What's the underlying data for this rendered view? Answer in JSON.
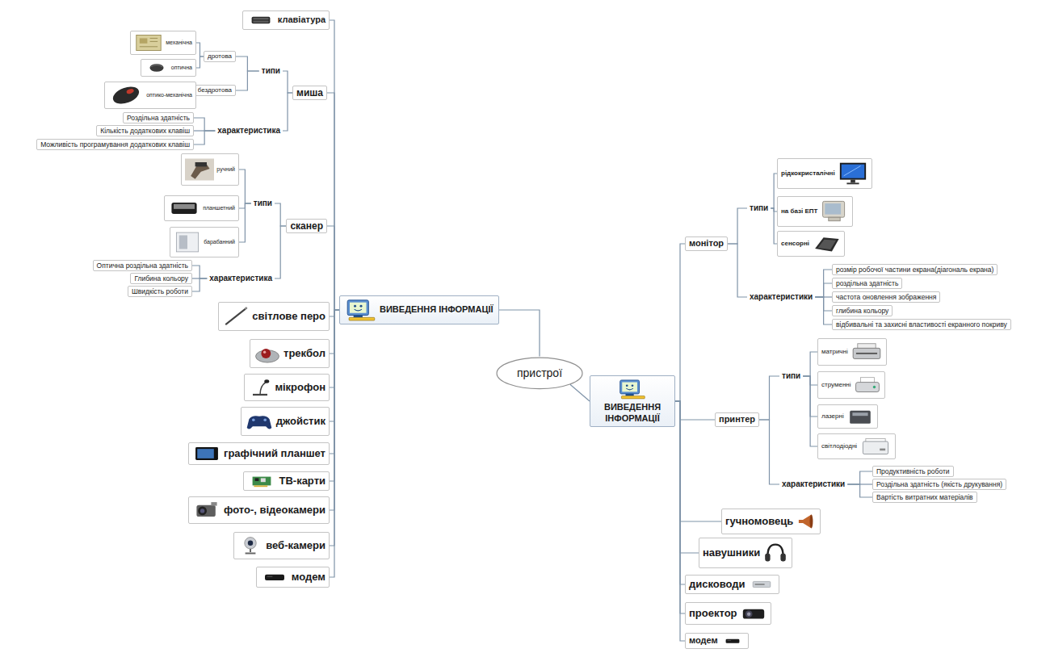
{
  "diagram": {
    "nodes": [
      {
        "text": [
          "пристрої"
        ]
      },
      {
        "text": [
          "ВИВЕДЕННЯ ІНФОРМАЦІЇ"
        ]
      },
      {
        "text": [
          "клавіатура"
        ]
      },
      {
        "text": [
          "миша"
        ]
      },
      {
        "text": [
          "типи"
        ]
      },
      {
        "text": [
          "дротова"
        ]
      },
      {
        "text": [
          "механічна"
        ]
      },
      {
        "text": [
          "оптична"
        ]
      },
      {
        "text": [
          "бездротова"
        ]
      },
      {
        "text": [
          "оптико-механічна"
        ]
      },
      {
        "text": [
          "характеристика"
        ]
      },
      {
        "text": [
          "Роздільна здатність"
        ]
      },
      {
        "text": [
          "Кількість додаткових клавіш"
        ]
      },
      {
        "text": [
          "Можливість програмування додаткових клавіш"
        ]
      },
      {
        "text": [
          "сканер"
        ]
      },
      {
        "text": [
          "типи"
        ]
      },
      {
        "text": [
          "ручний"
        ]
      },
      {
        "text": [
          "планшетний"
        ]
      },
      {
        "text": [
          "барабанний"
        ]
      },
      {
        "text": [
          "характеристика"
        ]
      },
      {
        "text": [
          "Оптична роздільна здатність"
        ]
      },
      {
        "text": [
          "Глибина кольору"
        ]
      },
      {
        "text": [
          "Швидкість роботи"
        ]
      },
      {
        "text": [
          "світлове перо"
        ]
      },
      {
        "text": [
          "трекбол"
        ]
      },
      {
        "text": [
          "мікрофон"
        ]
      },
      {
        "text": [
          "джойстик"
        ]
      },
      {
        "text": [
          "графічний планшет"
        ]
      },
      {
        "text": [
          "ТВ-карти"
        ]
      },
      {
        "text": [
          "фото-, відеокамери"
        ]
      },
      {
        "text": [
          "веб-камери"
        ]
      },
      {
        "text": [
          "модем"
        ]
      },
      {
        "text": [
          "ВИВЕДЕННЯ ІНФОРМАЦІЇ"
        ]
      },
      {
        "text": [
          "монітор"
        ]
      },
      {
        "text": [
          "типи"
        ]
      },
      {
        "text": [
          "рідкокристалічні"
        ]
      },
      {
        "text": [
          "на базі ЕПТ"
        ]
      },
      {
        "text": [
          "сенсорні"
        ]
      },
      {
        "text": [
          "характеристики"
        ]
      },
      {
        "text": [
          "розмір робочої частини екрана(діагональ екрана)"
        ]
      },
      {
        "text": [
          "роздільна здатність"
        ]
      },
      {
        "text": [
          "частота оновлення зображення"
        ]
      },
      {
        "text": [
          "глибина кольору"
        ]
      },
      {
        "text": [
          "відбивальні та захисні властивості екранного покриву"
        ]
      },
      {
        "text": [
          "принтер"
        ]
      },
      {
        "text": [
          "типи"
        ]
      },
      {
        "text": [
          "матричні"
        ]
      },
      {
        "text": [
          "струменні"
        ]
      },
      {
        "text": [
          "лазерні"
        ]
      },
      {
        "text": [
          "світлодіодні"
        ]
      },
      {
        "text": [
          "характеристики"
        ]
      },
      {
        "text": [
          "Продуктивність роботи"
        ]
      },
      {
        "text": [
          "Роздільна здатність (якість друкування)"
        ]
      },
      {
        "text": [
          "Вартість витратних матеріалів"
        ]
      },
      {
        "text": [
          "гучномовець"
        ]
      },
      {
        "text": [
          "навушники"
        ]
      },
      {
        "text": [
          "дисководи"
        ]
      },
      {
        "text": [
          "проектор"
        ]
      },
      {
        "text": [
          "модем"
        ]
      }
    ],
    "edges": [
      {
        "from": 0,
        "to": 1,
        "arrow": "none"
      },
      {
        "from": 0,
        "to": 32,
        "arrow": "none"
      },
      {
        "from": 1,
        "to": 2,
        "arrow": "none"
      },
      {
        "from": 1,
        "to": 3,
        "arrow": "none"
      },
      {
        "from": 3,
        "to": 4,
        "arrow": "none"
      },
      {
        "from": 4,
        "to": 5,
        "arrow": "none"
      },
      {
        "from": 5,
        "to": 6,
        "arrow": "none"
      },
      {
        "from": 5,
        "to": 7,
        "arrow": "none"
      },
      {
        "from": 4,
        "to": 8,
        "arrow": "none"
      },
      {
        "from": 8,
        "to": 9,
        "arrow": "none"
      },
      {
        "from": 3,
        "to": 10,
        "arrow": "none"
      },
      {
        "from": 10,
        "to": 11,
        "arrow": "none"
      },
      {
        "from": 10,
        "to": 12,
        "arrow": "none"
      },
      {
        "from": 10,
        "to": 13,
        "arrow": "none"
      },
      {
        "from": 1,
        "to": 14,
        "arrow": "none"
      },
      {
        "from": 14,
        "to": 15,
        "arrow": "none"
      },
      {
        "from": 15,
        "to": 16,
        "arrow": "none"
      },
      {
        "from": 15,
        "to": 17,
        "arrow": "none"
      },
      {
        "from": 15,
        "to": 18,
        "arrow": "none"
      },
      {
        "from": 14,
        "to": 19,
        "arrow": "none"
      },
      {
        "from": 19,
        "to": 20,
        "arrow": "none"
      },
      {
        "from": 19,
        "to": 21,
        "arrow": "none"
      },
      {
        "from": 19,
        "to": 22,
        "arrow": "none"
      },
      {
        "from": 1,
        "to": 23,
        "arrow": "none"
      },
      {
        "from": 1,
        "to": 24,
        "arrow": "none"
      },
      {
        "from": 1,
        "to": 25,
        "arrow": "none"
      },
      {
        "from": 1,
        "to": 26,
        "arrow": "none"
      },
      {
        "from": 1,
        "to": 27,
        "arrow": "none"
      },
      {
        "from": 1,
        "to": 28,
        "arrow": "none"
      },
      {
        "from": 1,
        "to": 29,
        "arrow": "none"
      },
      {
        "from": 1,
        "to": 30,
        "arrow": "none"
      },
      {
        "from": 1,
        "to": 31,
        "arrow": "none"
      },
      {
        "from": 32,
        "to": 33,
        "arrow": "none"
      },
      {
        "from": 33,
        "to": 34,
        "arrow": "none"
      },
      {
        "from": 34,
        "to": 35,
        "arrow": "none"
      },
      {
        "from": 34,
        "to": 36,
        "arrow": "none"
      },
      {
        "from": 34,
        "to": 37,
        "arrow": "none"
      },
      {
        "from": 33,
        "to": 38,
        "arrow": "none"
      },
      {
        "from": 38,
        "to": 39,
        "arrow": "none"
      },
      {
        "from": 38,
        "to": 40,
        "arrow": "none"
      },
      {
        "from": 38,
        "to": 41,
        "arrow": "none"
      },
      {
        "from": 38,
        "to": 42,
        "arrow": "none"
      },
      {
        "from": 38,
        "to": 43,
        "arrow": "none"
      },
      {
        "from": 32,
        "to": 44,
        "arrow": "none"
      },
      {
        "from": 44,
        "to": 45,
        "arrow": "none"
      },
      {
        "from": 45,
        "to": 46,
        "arrow": "none"
      },
      {
        "from": 45,
        "to": 47,
        "arrow": "none"
      },
      {
        "from": 45,
        "to": 48,
        "arrow": "none"
      },
      {
        "from": 45,
        "to": 49,
        "arrow": "none"
      },
      {
        "from": 44,
        "to": 50,
        "arrow": "none"
      },
      {
        "from": 50,
        "to": 51,
        "arrow": "none"
      },
      {
        "from": 50,
        "to": 52,
        "arrow": "none"
      },
      {
        "from": 50,
        "to": 53,
        "arrow": "none"
      },
      {
        "from": 32,
        "to": 54,
        "arrow": "none"
      },
      {
        "from": 32,
        "to": 55,
        "arrow": "none"
      },
      {
        "from": 32,
        "to": 56,
        "arrow": "none"
      },
      {
        "from": 32,
        "to": 57,
        "arrow": "none"
      },
      {
        "from": 32,
        "to": 58,
        "arrow": "none"
      }
    ]
  }
}
